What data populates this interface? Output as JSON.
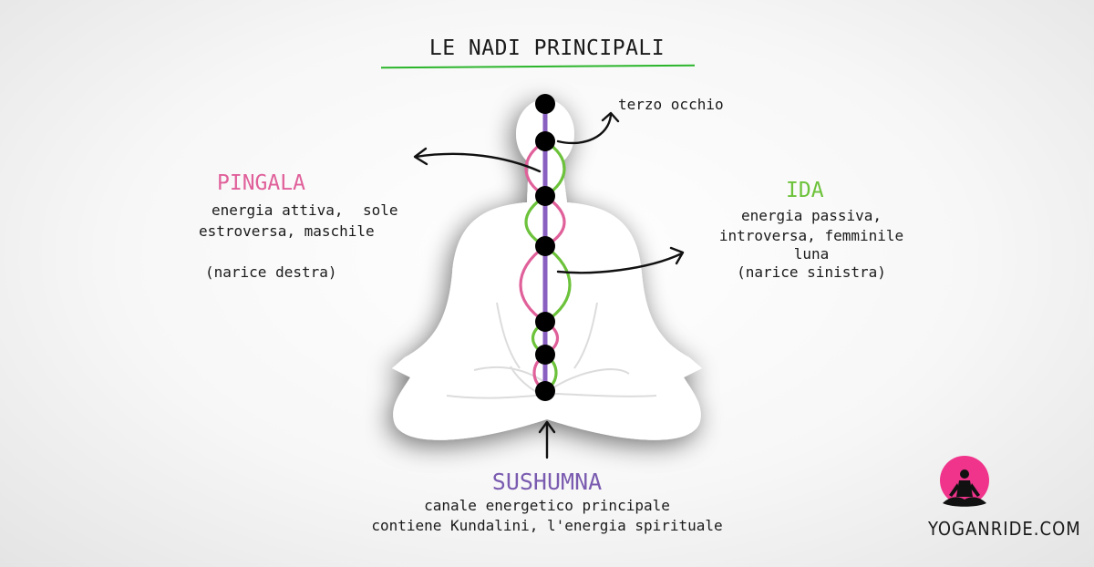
{
  "title": "LE NADI PRINCIPALI",
  "pingala": {
    "name": "PINGALA",
    "line1": "energia attiva,",
    "line1b": "sole",
    "line2": "estroversa, maschile",
    "line3": "(narice destra)",
    "color": "#e0609a"
  },
  "ida": {
    "name": "IDA",
    "line1": "energia passiva,",
    "line2": "introversa, femminile",
    "line3": "luna",
    "line4": "(narice sinistra)",
    "color": "#6cc23a"
  },
  "sushumna": {
    "name": "SUSHUMNA",
    "line1": "canale energetico principale",
    "line2": "contiene Kundalini, l'energia spirituale",
    "color": "#7a5bb0"
  },
  "third_eye": "terzo occhio",
  "logo": {
    "text": "YOGANRIDE.COM",
    "circle_color": "#f0348c",
    "icon": "meditating-person-icon"
  }
}
